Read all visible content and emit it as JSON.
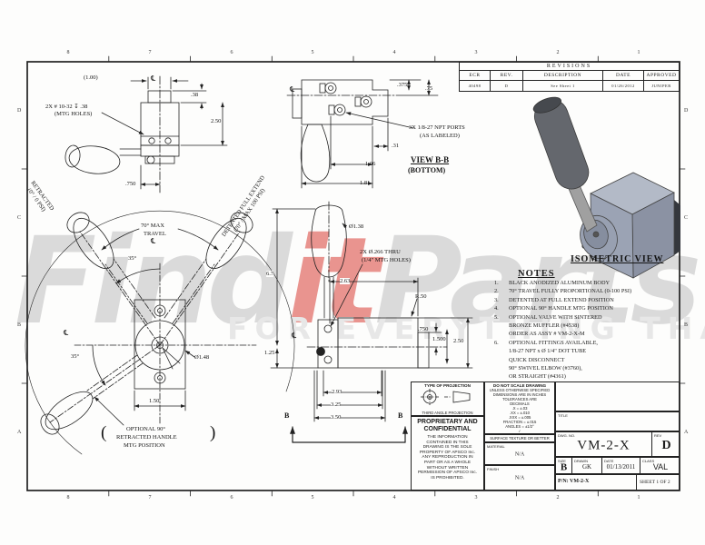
{
  "sheet": {
    "bg": "#fdfdfc",
    "line_color": "#222222"
  },
  "zones": {
    "cols": [
      "8",
      "7",
      "6",
      "5",
      "4",
      "3",
      "2",
      "1"
    ],
    "rows": [
      "D",
      "C",
      "B",
      "A"
    ]
  },
  "revisions": {
    "title": "REVISIONS",
    "headers": [
      "ECR",
      "REV.",
      "DESCRIPTION",
      "DATE",
      "APPROVED"
    ],
    "row": [
      "40498",
      "D",
      "See Sheet 1",
      "01/26/2012",
      "JUNIPER"
    ]
  },
  "dims": {
    "cl": "℄",
    "paren_l": "(",
    "paren_r": ")",
    "tl_overall": "(1.00)",
    "tl_tap1": "2X # 10-32 ↧ .38",
    "tl_tap2": "(MTG HOLES)",
    "tl_d38": ".38",
    "tl_d250": "2.50",
    "tl_d750": ".750",
    "bb_375": ".375",
    "bb_75": ".75",
    "bb_31": ".31",
    "bb_106": "1.06",
    "bb_181": "1.81",
    "bb_ports1": "3X 1/8-27 NPT PORTS",
    "bb_ports2": "(AS LABELED)",
    "fan_travel1": "70° MAX",
    "fan_travel2": "TRAVEL",
    "fan_35": "35°",
    "fan_ret1": "RETRACTED",
    "fan_ret2": "(0° / 0 PSI)",
    "fan_det1": "DETENTED FULL EXTEND",
    "fan_det2": "(70° / MAX 100 PSI)",
    "fan_dia": "Ø1.48",
    "fan_150": "1.50",
    "fan_opt1": "OPTIONAL 90°",
    "fan_opt2": "RETRACTED HANDLE",
    "fan_opt3": "MTG POSITION",
    "mid_dia": "Ø1.38",
    "mid_holes1": "2X Ø.266 THRU",
    "mid_holes2": "(1/4\" MTG HOLES)",
    "mid_263": "2.63",
    "mid_r50": "R.50",
    "mid_750": ".750",
    "mid_1500": "1.500",
    "mid_250": "2.50",
    "mid_67": "6.7",
    "mid_125": "1.25",
    "mid_293": "2.93",
    "mid_325": "3.25",
    "mid_350": "3.50",
    "sec_b": "B"
  },
  "labels": {
    "view_bb": "VIEW B-B",
    "view_bb_sub": "(BOTTOM)",
    "iso": "ISOMETRIC VIEW"
  },
  "notes": {
    "title": "NOTES",
    "rows": [
      {
        "n": "1.",
        "t": "BLACK ANODIZED ALUMINUM BODY"
      },
      {
        "n": "2.",
        "t": "70° TRAVEL FULLY PROPORTIONAL (0-100 PSI)"
      },
      {
        "n": "3.",
        "t": "DETENTED AT FULL EXTEND POSITION"
      },
      {
        "n": "4.",
        "t": "OPTIONAL 90° HANDLE MTG POSITION"
      },
      {
        "n": "5.",
        "t": "OPTIONAL VALVE WITH SINTERED"
      },
      {
        "n": "",
        "t": "BRONZE MUFFLER (#4538)"
      },
      {
        "n": "",
        "t": "ORDER AS ASSY #  VM-2-X-M"
      },
      {
        "n": "6.",
        "t": "OPTIONAL FITTINGS AVAILABLE,"
      },
      {
        "n": "",
        "t": "1/8-27 NPT x Ø 1/4\" DOT TUBE"
      },
      {
        "n": "",
        "t": "QUICK DISCONNECT"
      },
      {
        "n": "",
        "t": "90° SWIVEL ELBOW (#3760),"
      },
      {
        "n": "",
        "t": "OR STRAIGHT (#4361)"
      }
    ]
  },
  "title_block": {
    "projection_header": "TYPE OF PROJECTION",
    "projection_caption": "THIRD ANGLE PROJECTION",
    "prop_title1": "PROPRIETARY AND",
    "prop_title2": "CONFIDENTIAL",
    "prop_lines": [
      "THE INFORMATION",
      "CONTAINED IN THIS",
      "DRAWING IS THE SOLE",
      "PROPERTY OF APSCO Inc.",
      "ANY REPRODUCTION IN",
      "PART OR AS A WHOLE",
      "WITHOUT WRITTEN",
      "PERMISSION OF APSCO Inc.",
      "IS PROHIBITED."
    ],
    "tol_header": "DO NOT SCALE DRAWING",
    "tol_lines": [
      "UNLESS OTHERWISE SPECIFIED",
      "DIMENSIONS ARE IN INCHES",
      "TOLERANCES ARE",
      "DECIMALS",
      ".X   =  ±.03",
      ".XX   =  ±.010",
      ".XXX  =  ±.005",
      "FRACTION = ±.015",
      "ANGLES  =  ±1/2°"
    ],
    "surface_check": "✓",
    "surface": "SURFACE TEXTURE OR BETTER",
    "material_label": "MATERIAL",
    "material": "N/A",
    "finish_label": "FINISH",
    "finish": "N/A",
    "title_label": "TITLE",
    "dwg_label": "DWG.  NO.",
    "dwg_no": "VM-2-X",
    "rev_label": "REV",
    "rev": "D",
    "size_label": "SIZE",
    "size": "B",
    "drawn_label": "DRAWN",
    "drawn": "GK",
    "date_label": "DATE",
    "date": "01/13/2011",
    "class_label": "CLASS",
    "class": "VAL",
    "pn": "P/N: VM-2-X",
    "sheet": "SHEET 1 OF 2"
  },
  "watermark": {
    "find": "Find",
    "it": "it",
    "parts": "Parts",
    "tagline": "FOR EVERYTHING THA",
    "gray": "#dadada",
    "red": "#e9948f",
    "tag_color": "#e7e7e7"
  }
}
